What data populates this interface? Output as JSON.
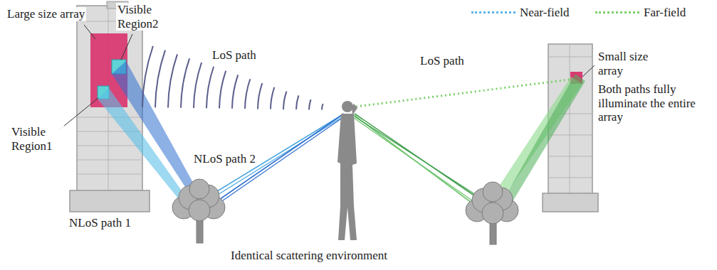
{
  "diagram": {
    "labels": [
      "Large size array",
      "Visible Region2",
      "Visible Region1",
      "LoS path",
      "NLoS path 2",
      "NLoS path 1",
      "LoS path",
      "Small size array",
      "Both paths fully illuminate the entire array",
      "Identical scattering environment"
    ],
    "legend": [
      {
        "text": "Near-field"
      },
      {
        "text": "Far-field"
      }
    ]
  }
}
